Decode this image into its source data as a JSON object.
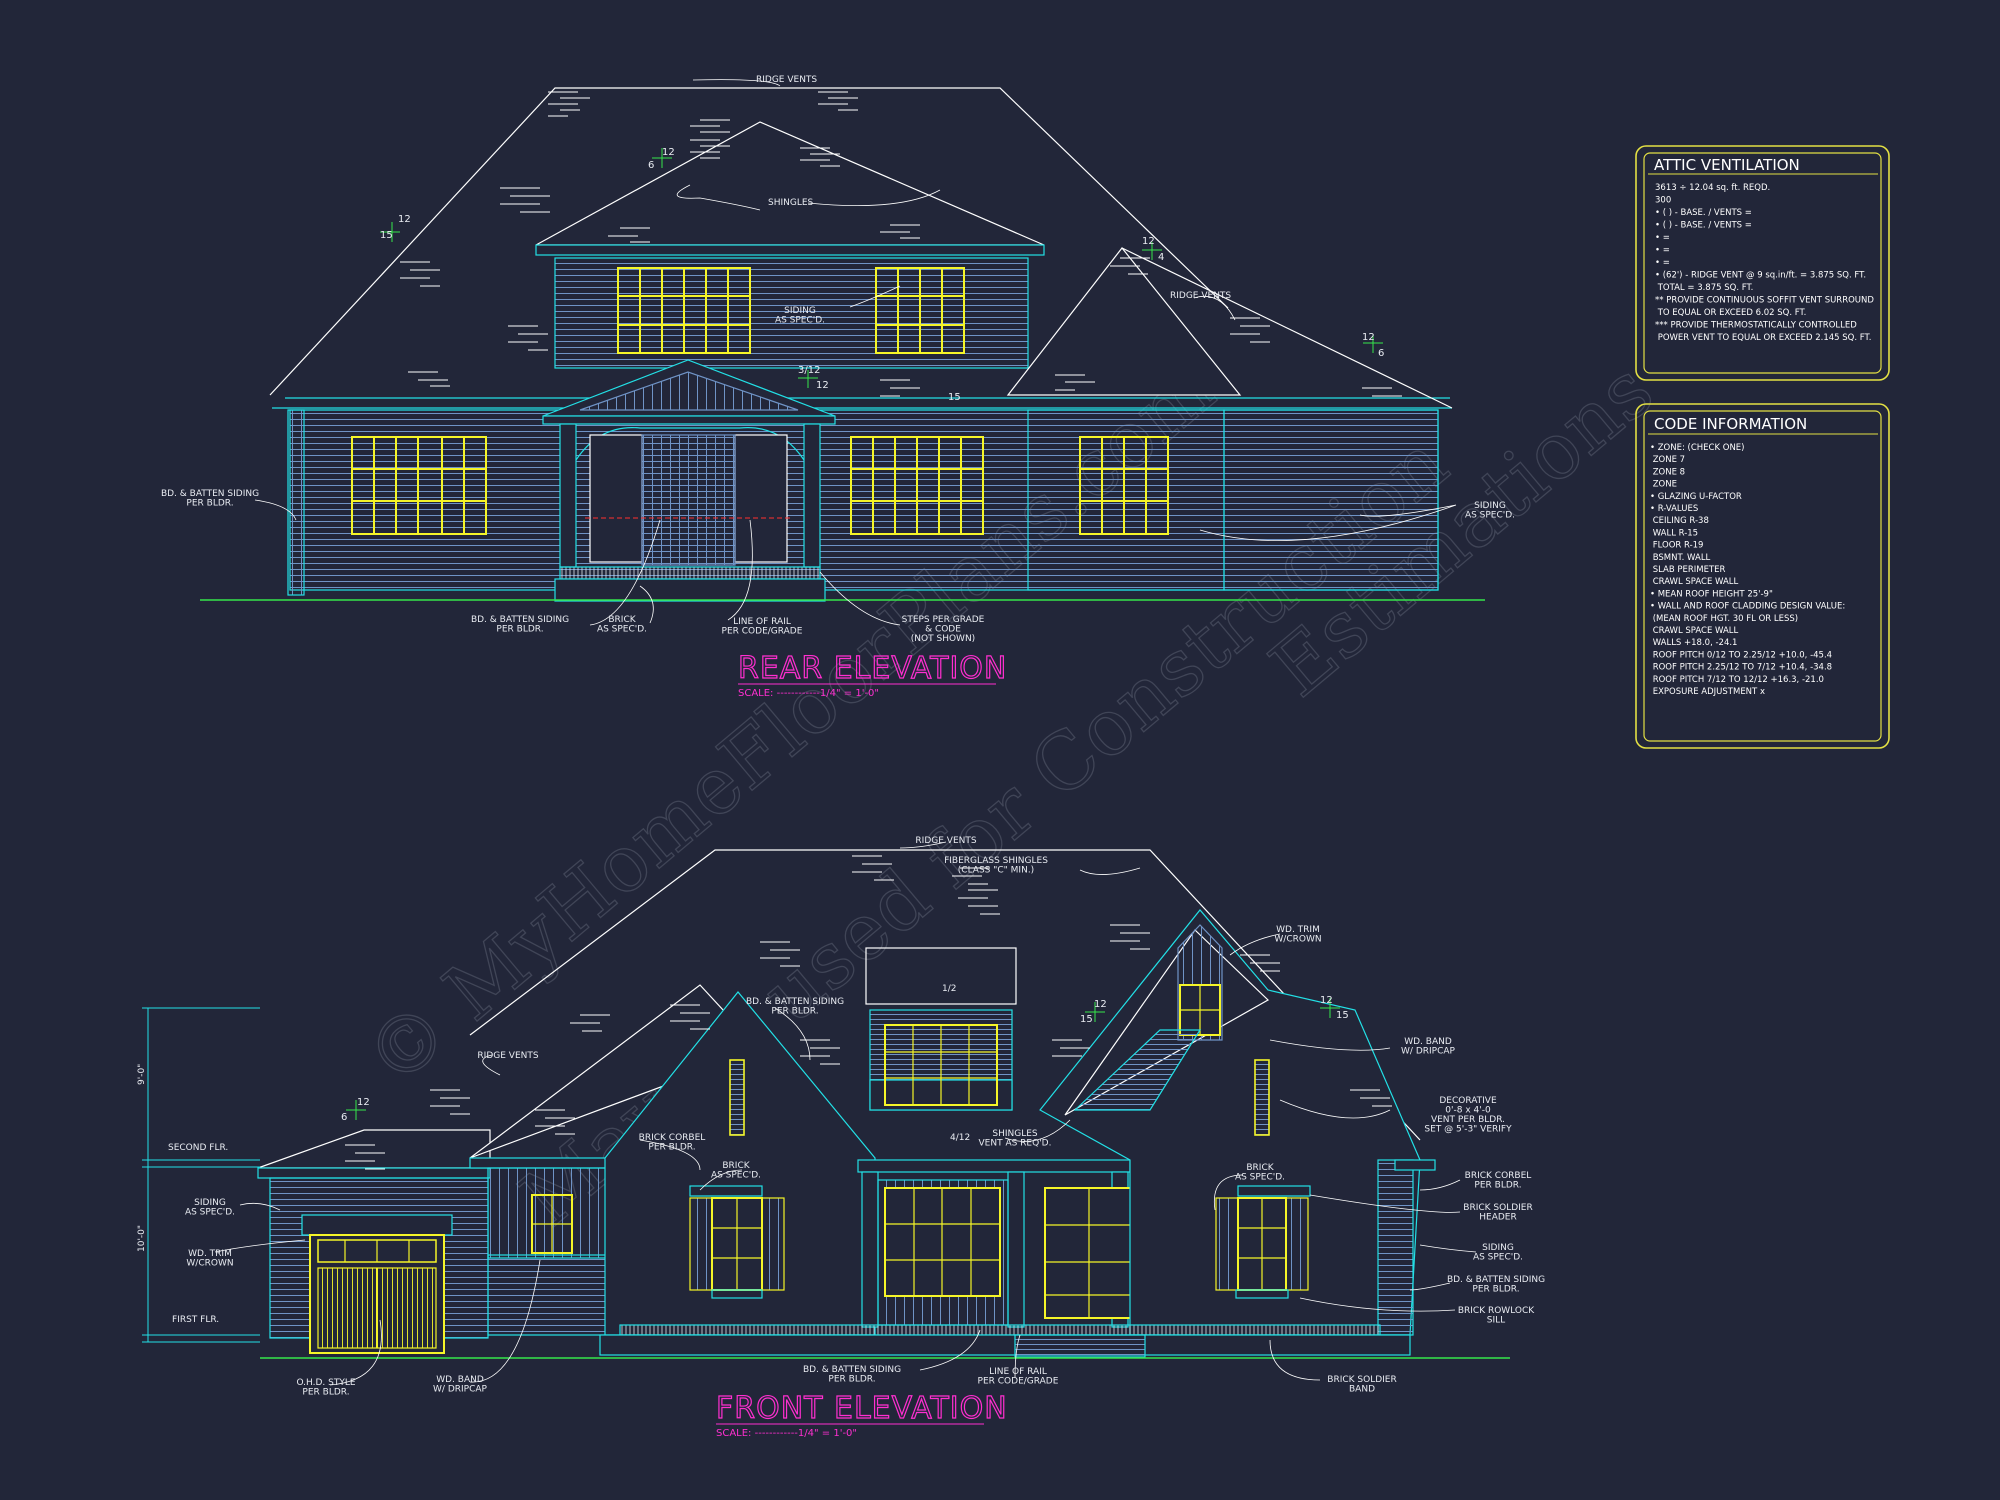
{
  "watermark": {
    "line1": "© MyHomeFloorPlans.com",
    "line2": "May be used for Construction",
    "line3": "Estimations"
  },
  "colors": {
    "background": "#222639",
    "outline": "#ffffff",
    "siding": "#6f93c6",
    "trim": "#22e0e6",
    "window": "#f5f528",
    "title": "#ff2fd0",
    "ground": "#35e64a",
    "panel_border": "#e3e044"
  },
  "rear": {
    "title": "REAR ELEVATION",
    "scale": "SCALE: ------------1/4\" = 1'-0\"",
    "notes": {
      "ridge_vents_top": "RIDGE VENTS",
      "shingles": "SHINGLES",
      "siding_center": "SIDING\nAS SPEC'D.",
      "ridge_vents_right": "RIDGE VENTS",
      "bd_batten_left": "BD. & BATTEN SIDING\nPER BLDR.",
      "bd_batten_bottom": "BD. & BATTEN SIDING\nPER BLDR.",
      "brick": "BRICK\nAS SPEC'D.",
      "line_of_rail": "LINE OF RAIL\nPER CODE/GRADE",
      "steps": "STEPS PER GRADE\n& CODE\n(NOT SHOWN)",
      "siding_right": "SIDING\nAS SPEC'D."
    },
    "pitches": [
      "12",
      "6",
      "12",
      "15",
      "12",
      "4",
      "3/12",
      "12",
      "15",
      "12",
      "6"
    ]
  },
  "front": {
    "title": "FRONT ELEVATION",
    "scale": "SCALE: ------------1/4\" = 1'-0\"",
    "notes": {
      "ridge_vents_top": "RIDGE VENTS",
      "fiberglass": "FIBERGLASS SHINGLES\n(CLASS \"C\" MIN.)",
      "wd_trim_crown": "WD. TRIM\nW/CROWN",
      "bd_batten_gable": "BD. & BATTEN SIDING\nPER BLDR.",
      "ridge_vents_left": "RIDGE VENTS",
      "wd_band_dripcap_right": "WD. BAND\nW/ DRIPCAP",
      "decorative_vent": "DECORATIVE\n0'-8 x 4'-0\nVENT PER BLDR.\nSET @ 5'-3\" VERIFY",
      "brick_corbel_left": "BRICK CORBEL\nPER BLDR.",
      "brick_left": "BRICK\nAS SPEC'D.",
      "shingles_vent": "SHINGLES\nVENT AS REQ'D.",
      "pitch_4_12": "4/12",
      "pitch_1_12": "1/2",
      "brick_right": "BRICK\nAS SPEC'D.",
      "brick_corbel_right": "BRICK CORBEL\nPER BLDR.",
      "brick_soldier_header": "BRICK SOLDIER\nHEADER",
      "siding_right": "SIDING\nAS SPEC'D.",
      "bd_batten_right": "BD. & BATTEN SIDING\nPER BLDR.",
      "brick_rowlock": "BRICK ROWLOCK\nSILL",
      "brick_soldier_band": "BRICK SOLDIER\nBAND",
      "line_of_rail": "LINE OF RAIL\nPER CODE/GRADE",
      "bd_batten_bottom": "BD. & BATTEN SIDING\nPER BLDR.",
      "wd_band_dripcap_left": "WD. BAND\nW/ DRIPCAP",
      "ohd": "O.H.D. STYLE\nPER BLDR.",
      "siding_left": "SIDING\nAS SPEC'D.",
      "wd_trim_left": "WD. TRIM\nW/CROWN",
      "second_flr": "SECOND FLR.",
      "first_flr": "FIRST FLR.",
      "dim_9": "9'-0\"",
      "dim_10": "10'-0\""
    },
    "pitches": [
      "12",
      "6",
      "12",
      "15",
      "12",
      "15"
    ]
  },
  "attic_ventilation": {
    "title": "ATTIC VENTILATION",
    "lines": [
      "3613 ÷ 12.04 sq. ft.  REQD.",
      "300",
      "• (     ) -          BASE.     /     VENTS    =",
      "• (     ) -          BASE.     /     VENTS    =",
      "•                                                       =",
      "•                                                       =",
      "•                                                       =",
      "• (62') - RIDGE VENT @ 9 sq.in/ft.   =  3.875 SQ. FT.",
      "                                    TOTAL       =  3.875 SQ. FT.",
      "",
      "** PROVIDE CONTINUOUS SOFFIT VENT SURROUND",
      "    TO EQUAL OR EXCEED  6.02 SQ. FT.",
      "*** PROVIDE THERMOSTATICALLY CONTROLLED",
      "    POWER VENT TO EQUAL OR EXCEED 2.145 SQ. FT."
    ]
  },
  "code_information": {
    "title": "CODE INFORMATION",
    "lines": [
      "• ZONE: (CHECK ONE)",
      "        ZONE 7",
      "        ZONE 8",
      "        ZONE",
      "• GLAZING U-FACTOR",
      "• R-VALUES",
      "        CEILING                 R-38",
      "        WALL                      R-15",
      "        FLOOR                    R-19",
      "        BSMNT. WALL",
      "        SLAB PERIMETER",
      "        CRAWL SPACE WALL",
      "",
      "• MEAN ROOF HEIGHT  25'-9\"",
      "",
      "• WALL AND ROOF CLADDING DESIGN VALUE:",
      "  (MEAN ROOF HGT. 30 FL OR LESS)",
      "        CRAWL SPACE WALL",
      "        WALLS                           +18.0, -24.1",
      "        ROOF PITCH 0/12 TO 2.25/12   +10.0, -45.4",
      "        ROOF PITCH 2.25/12 TO 7/12   +10.4, -34.8",
      "        ROOF PITCH 7/12 TO 12/12     +16.3, -21.0",
      "        EXPOSURE ADJUSTMENT            x"
    ]
  }
}
